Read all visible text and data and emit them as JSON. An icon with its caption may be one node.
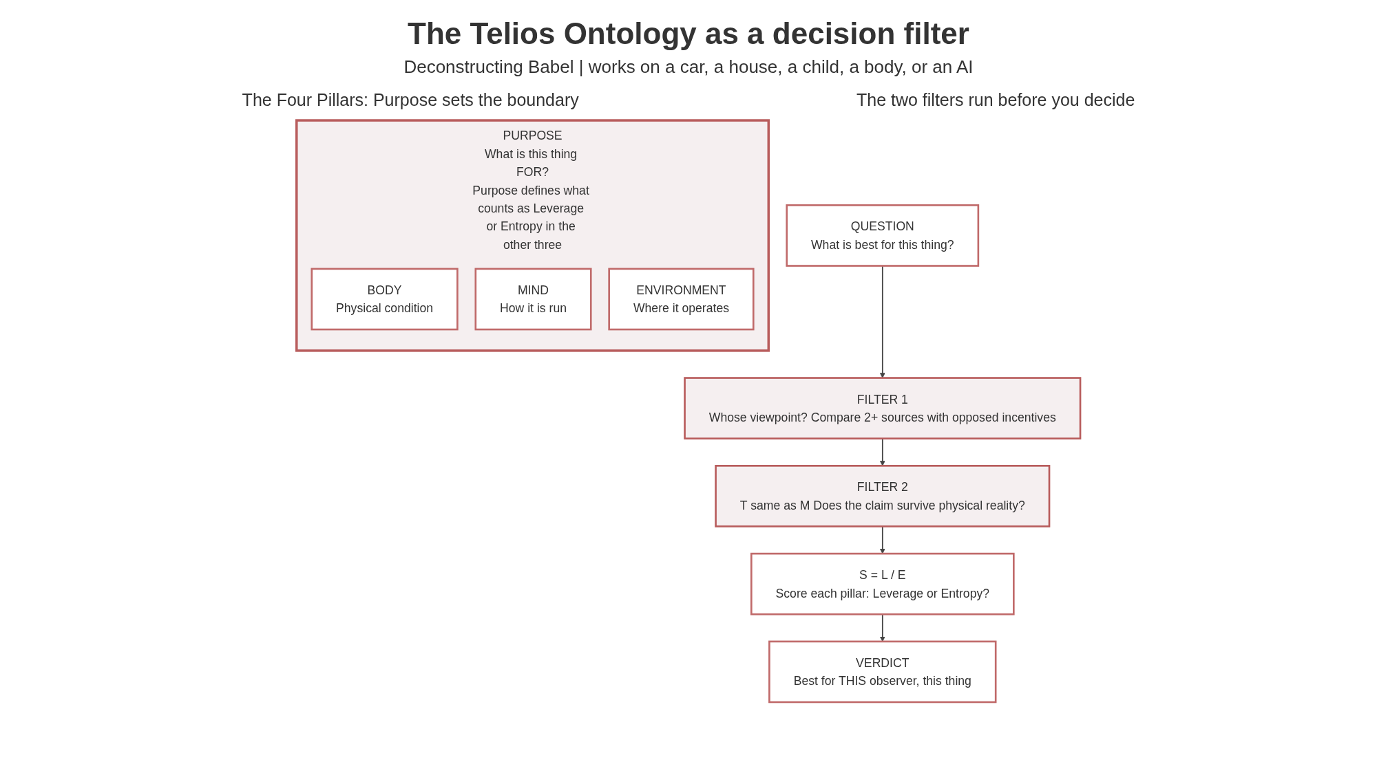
{
  "diagram": {
    "title": "The Telios Ontology as a decision filter",
    "nodes": [
      {
        "text": [
          "PURPOSE",
          "What is this thing FOR?",
          "Purpose defines what counts as Leverage or Entropy in the other three"
        ]
      },
      {
        "text": [
          "BODY",
          "Physical condition"
        ],
        "in": 0
      },
      {
        "text": [
          "MIND",
          "How it is run"
        ],
        "in": 0
      },
      {
        "text": [
          "ENVIRONMENT",
          "Where it operates"
        ],
        "in": 0
      },
      {
        "text": [
          "QUESTION",
          "What is best for this thing?"
        ]
      },
      {
        "text": [
          "FILTER 1",
          "Whose viewpoint? Compare 2+ sources with opposed incentives"
        ]
      },
      {
        "text": [
          "FILTER 2",
          "T same as M Does the claim survive physical reality?"
        ]
      },
      {
        "text": [
          "S = L / E",
          "Score each pillar: Leverage or Entropy?"
        ]
      },
      {
        "text": [
          "VERDICT",
          "Best for THIS observer, this thing"
        ]
      }
    ],
    "edges": [
      {
        "from": 4,
        "to": 5,
        "arrow": "to"
      },
      {
        "from": 5,
        "to": 6,
        "arrow": "to"
      },
      {
        "from": 6,
        "to": 7,
        "arrow": "to"
      },
      {
        "from": 7,
        "to": 8,
        "arrow": "to"
      }
    ],
    "labels": [
      "Deconstructing Babel | works on a car, a house, a child, a body, or an AI",
      "The Four Pillars: Purpose sets the boundary",
      "The two filters run before you decide"
    ]
  }
}
